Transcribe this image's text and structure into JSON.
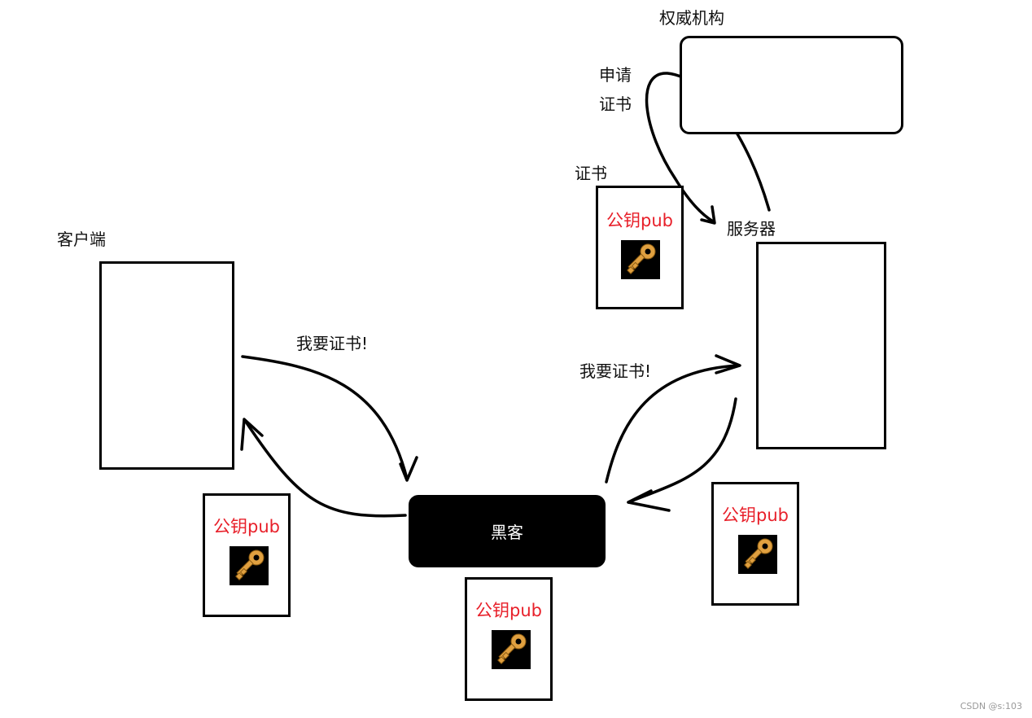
{
  "authority": {
    "label": "权威机构"
  },
  "apply_label": {
    "line1": "申请",
    "line2": "证书"
  },
  "certificate": {
    "label": "证书",
    "pub_text": "公钥pub",
    "icon": "key-icon"
  },
  "server": {
    "label": "服务器",
    "pub_text": "公钥pub",
    "icon": "key-icon"
  },
  "client": {
    "label": "客户端",
    "pub_text": "公钥pub",
    "icon": "key-icon"
  },
  "hacker": {
    "label": "黑客",
    "pub_text": "公钥pub",
    "icon": "key-icon"
  },
  "requests": {
    "client_to_hacker": "我要证书!",
    "hacker_to_server": "我要证书!"
  },
  "watermark": "CSDN @s:103",
  "colors": {
    "pub_text": "#e8202a",
    "hacker_fill": "#000000",
    "key_gold": "#e0a040"
  }
}
